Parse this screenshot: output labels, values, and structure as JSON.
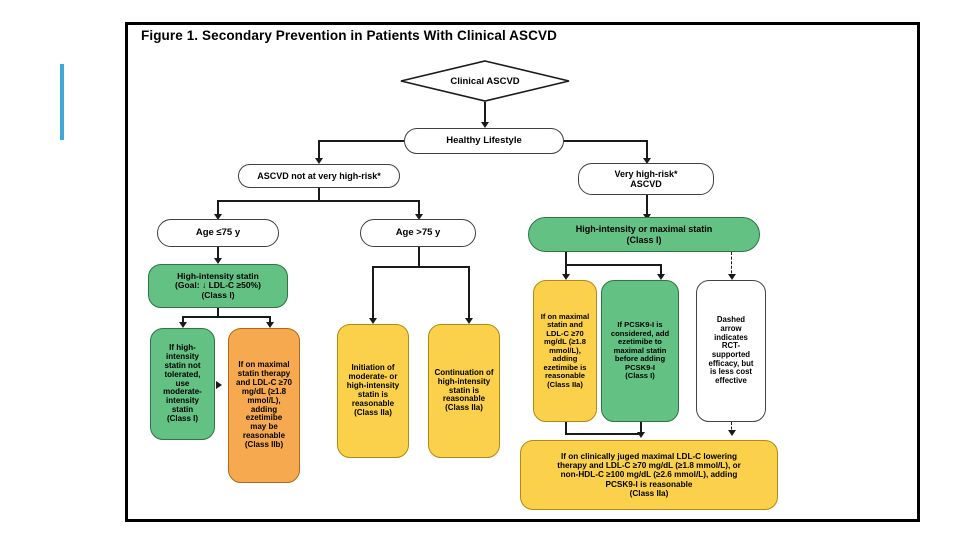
{
  "slide": {
    "accent_color": "#41a7d8",
    "background": "#ffffff"
  },
  "figure": {
    "title": "Figure 1. Secondary Prevention in Patients With Clinical ASCVD",
    "border_color": "#000000"
  },
  "palette": {
    "green": "#62c183",
    "orange": "#f6a94e",
    "yellow": "#fbd14b",
    "white": "#ffffff",
    "line": "#1a1a1a"
  },
  "flow": {
    "start": {
      "label": "Clinical ASCVD",
      "shape": "diamond"
    },
    "lifestyle": {
      "label": "Healthy Lifestyle",
      "shape": "pill"
    },
    "branch_left": {
      "label": "ASCVD not at very high-risk*",
      "shape": "pill"
    },
    "branch_right": {
      "label": "Very high-risk*\nASCVD",
      "line1": "Very high-risk*",
      "line2": "ASCVD",
      "shape": "rounded"
    },
    "age_le75": {
      "label": "Age ≤75 y",
      "shape": "rounded"
    },
    "age_gt75": {
      "label": "Age >75 y",
      "shape": "rounded"
    },
    "high_intensity_statin": {
      "line1": "High-intensity statin",
      "line2": "(Goal: ↓ LDL-C ≥50%)",
      "line3": "(Class I)",
      "color": "green"
    },
    "not_tolerated": {
      "text": "If high-intensity statin not tolerated, use moderate-intensity statin (Class I)",
      "lines": [
        "If high-",
        "intensity",
        "statin not",
        "tolerated,",
        "use",
        "moderate-",
        "intensity",
        "statin",
        "(Class I)"
      ],
      "color": "green"
    },
    "ezetimibe_iib": {
      "text": "If on maximal statin therapy and LDL-C ≥70 mg/dL (≥1.8 mmol/L), adding ezetimibe may be reasonable (Class IIb)",
      "lines": [
        "If on maximal",
        "statin therapy",
        "and LDL-C ≥70",
        "mg/dL (≥1.8",
        "mmol/L),",
        "adding",
        "ezetimibe",
        "may be",
        "reasonable",
        "(Class IIb)"
      ],
      "color": "orange"
    },
    "initiation": {
      "text": "Initiation of moderate- or high-intensity statin is reasonable (Class IIa)",
      "lines": [
        "Initiation of",
        "moderate- or",
        "high-intensity",
        "statin is",
        "reasonable",
        "(Class IIa)"
      ],
      "color": "yellow"
    },
    "continuation": {
      "text": "Continuation of high-intensity statin is reasonable (Class IIa)",
      "lines": [
        "Continuation of",
        "high-intensity",
        "statin is",
        "reasonable",
        "(Class IIa)"
      ],
      "color": "yellow"
    },
    "maximal_statin": {
      "line1": "High-intensity or maximal statin",
      "line2": "(Class I)",
      "color": "green"
    },
    "ezetimibe_iia": {
      "text": "If on maximal statin and LDL-C ≥70 mg/dL (≥1.8 mmol/L), adding ezetimibe is reasonable (Class IIa)",
      "lines": [
        "If on maximal",
        "statin and",
        "LDL-C ≥70",
        "mg/dL (≥1.8",
        "mmol/L),",
        "adding",
        "ezetimibe is",
        "reasonable",
        "(Class IIa)"
      ],
      "color": "yellow"
    },
    "pcsk9_order": {
      "text": "If PCSK9-I is considered, add ezetimibe to maximal statin before adding PCSK9-I (Class I)",
      "lines": [
        "If PCSK9-I is",
        "considered, add",
        "ezetimibe to",
        "maximal statin",
        "before adding",
        "PCSK9-I",
        "(Class I)"
      ],
      "color": "green"
    },
    "dashed_note": {
      "text": "Dashed arrow indicates RCT-supported efficacy, but is less cost effective",
      "lines": [
        "Dashed",
        "arrow",
        "indicates",
        "RCT-",
        "supported",
        "efficacy, but",
        "is less cost",
        "effective"
      ],
      "color": "white"
    },
    "pcsk9_reasonable": {
      "text": "If on clinically juged maximal LDL-C lowering therapy and LDL-C ≥70 mg/dL (≥1.8 mmol/L), or non-HDL-C ≥100 mg/dL (≥2.6 mmol/L), adding PCSK9-I is reasonable (Class IIa)",
      "lines": [
        "If on clinically juged maximal LDL-C lowering",
        "therapy and LDL-C ≥70 mg/dL (≥1.8 mmol/L), or",
        "non-HDL-C ≥100 mg/dL (≥2.6 mmol/L), adding",
        "PCSK9-I is reasonable",
        "(Class IIa)"
      ],
      "color": "yellow"
    }
  }
}
